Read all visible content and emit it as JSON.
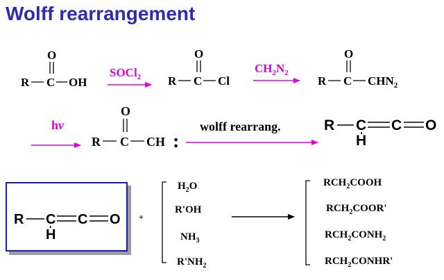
{
  "title": "Wolff rearrangement",
  "colors": {
    "title": "#2b2bb5",
    "reagent": "#e000e0",
    "arrow": "#e000e0",
    "text": "#000000",
    "box_border": "#1a1aa8",
    "box_shadow": "#9a9aa8"
  },
  "row1": {
    "acid": {
      "r": "R",
      "c": "C",
      "o": "O",
      "oh": "OH"
    },
    "arrow1_reagent": {
      "main": "SOCl",
      "sub": "2"
    },
    "acyl_chloride": {
      "r": "R",
      "c": "C",
      "o": "O",
      "cl": "Cl"
    },
    "arrow2_reagent": {
      "main_a": "CH",
      "sub_a": "2",
      "main_b": "N",
      "sub_b": "2"
    },
    "diazoketone": {
      "r": "R",
      "c": "C",
      "o": "O",
      "main": "CHN",
      "sub": "2"
    }
  },
  "row2": {
    "arrow_reagent": {
      "h": "h",
      "v": "v"
    },
    "carbene": {
      "r": "R",
      "c": "C",
      "o": "O",
      "ch": "CH",
      "dots": ":"
    },
    "arrow_label": "wolff rearrang.",
    "ketene": {
      "r": "R",
      "c": "C",
      "c2": "C",
      "o": "O",
      "h": "H"
    }
  },
  "row3": {
    "ketene": {
      "r": "R",
      "c": "C",
      "c2": "C",
      "o": "O",
      "h": "H"
    },
    "plus": "+",
    "reagents": [
      {
        "main": "H",
        "sub": "2",
        "tail": "O"
      },
      {
        "main": "R'OH",
        "sub": "",
        "tail": ""
      },
      {
        "main": "NH",
        "sub": "3",
        "tail": ""
      },
      {
        "main": "R'NH",
        "sub": "2",
        "tail": ""
      }
    ],
    "products": [
      {
        "pre": "RCH",
        "sub": "2",
        "post": "COOH",
        "sub2": ""
      },
      {
        "pre": "RCH",
        "sub": "2",
        "post": "COOR'",
        "sub2": ""
      },
      {
        "pre": "RCH",
        "sub": "2",
        "post": "CONH",
        "sub2": "2"
      },
      {
        "pre": "RCH",
        "sub": "2",
        "post": "CONHR'",
        "sub2": ""
      }
    ]
  }
}
